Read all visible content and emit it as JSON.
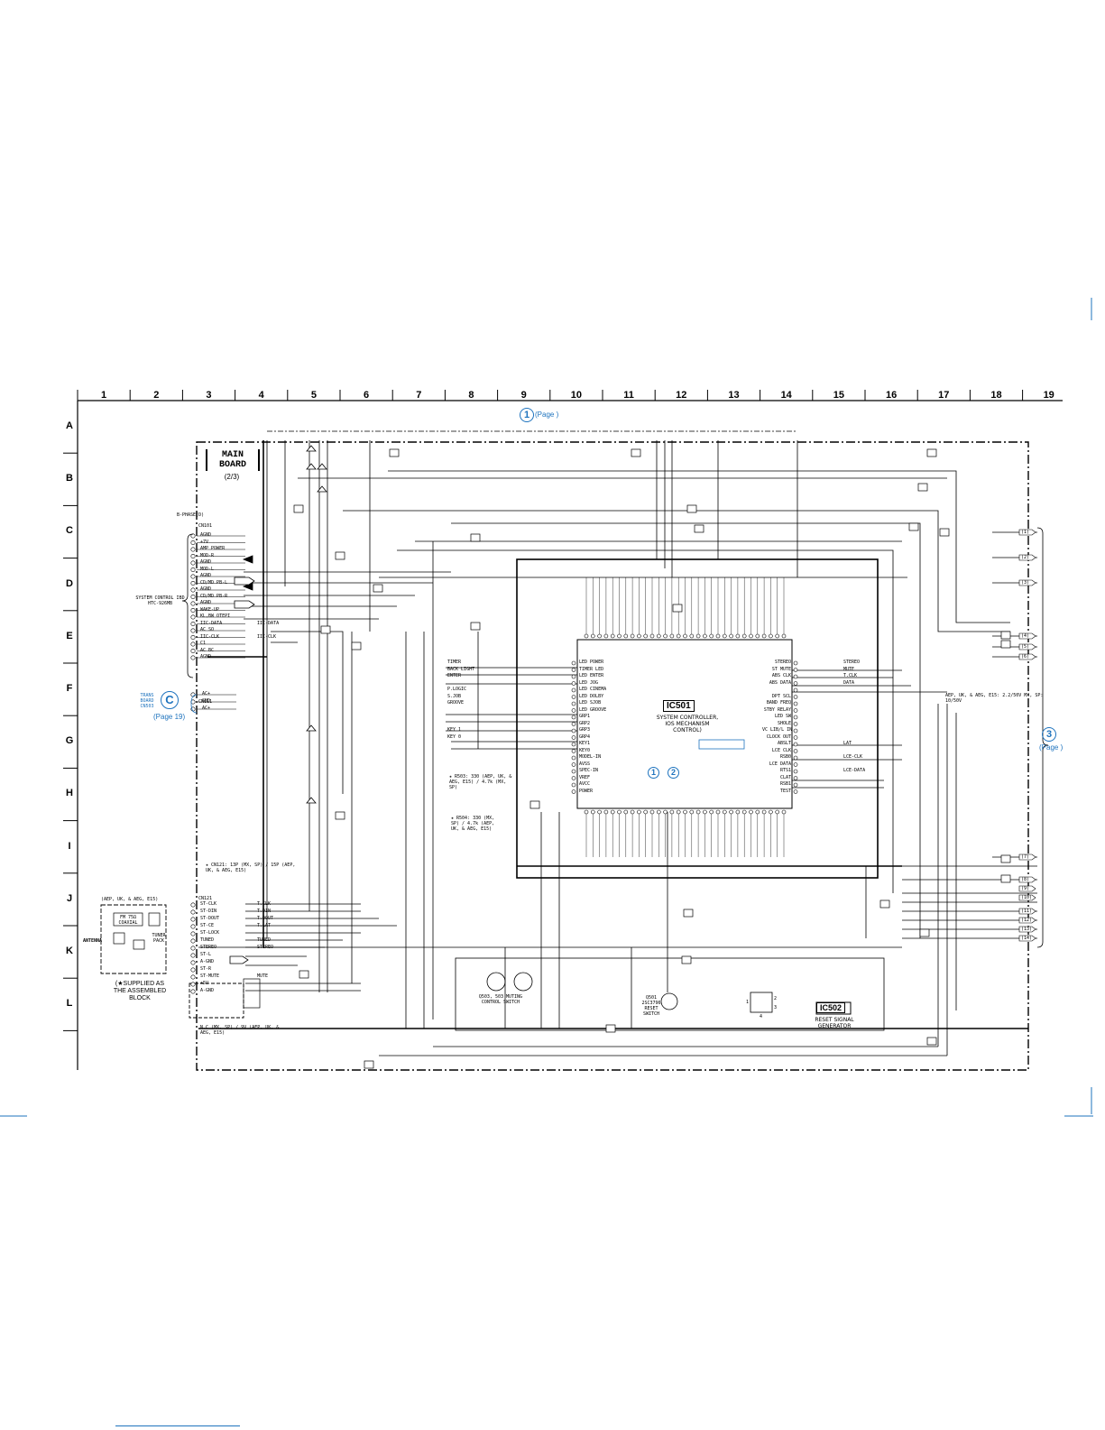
{
  "board": {
    "title_line1": "MAIN",
    "title_line2": "BOARD",
    "subtitle": "(2/3)"
  },
  "grid": {
    "columns": [
      "1",
      "2",
      "3",
      "4",
      "5",
      "6",
      "7",
      "8",
      "9",
      "10",
      "11",
      "12",
      "13",
      "14",
      "15",
      "16",
      "17",
      "18",
      "19"
    ],
    "rows": [
      "A",
      "B",
      "C",
      "D",
      "E",
      "F",
      "G",
      "H",
      "I",
      "J",
      "K",
      "L"
    ]
  },
  "references": {
    "ref1_num": "1",
    "ref1_text": "(Page   )",
    "ref3_num": "3",
    "ref3_text": "(Page   )",
    "refC_letter": "C",
    "refC_board": "TRANS BOARD CN503",
    "refC_page": "(Page 19)",
    "pin1": "1",
    "pin2": "2"
  },
  "ic501": {
    "name": "IC501",
    "desc": "SYSTEM CONTROLLER, IOS MECHANISM CONTROL)"
  },
  "ic502": {
    "name": "IC502",
    "desc": "RESET SIGNAL GENERATOR"
  },
  "ic501_left_pins": [
    "TIMER",
    "BACK LIGHT",
    "ENTER",
    "",
    "P.LOGIC",
    "S.JOB",
    "GROOVE",
    "",
    "",
    "",
    "KEY 1",
    "KEY 0",
    "",
    "",
    "",
    ""
  ],
  "ic501_left_inner": [
    "LED POWER",
    "TIMER LED",
    "LED ENTER",
    "LED JOG",
    "LED CINEMA",
    "LED DOLBY",
    "LED SJOB",
    "LED GROOVE",
    "GRP1",
    "GRP2",
    "GRP3",
    "GRP4",
    "KEY1",
    "KEY0",
    "MODEL-IN",
    "AVSS",
    "SPEC-IN",
    "VREF",
    "AVCC",
    "POWER"
  ],
  "ic501_right_inner": [
    "STEREO",
    "ST MUTE",
    "ABS CLK",
    "ABS DATA",
    "",
    "DPT SCL",
    "BAND FREQ",
    "STBY RELAY",
    "LED SW",
    "SHOLE",
    "VC LIB/L IN",
    "CLOCK OUT",
    "ABSLT",
    "LCE CLK",
    "RSB0",
    "LCE DATA",
    "RTS1",
    "CLAT",
    "RSB1",
    "TEST"
  ],
  "ic501_right_outer": [
    "STEREO",
    "MUTE",
    "T.CLK",
    "DATA",
    "",
    "",
    "",
    "",
    "",
    "",
    "",
    "",
    "LAT",
    "",
    "LCE-CLK",
    "",
    "LCE-DATA",
    "",
    "",
    ""
  ],
  "cn_left": {
    "name": "CN101",
    "pins": [
      "AGND",
      "+7V",
      "AMP POWER",
      "MOD-R",
      "AGND",
      "MOD-L",
      "AGND",
      "CD/MD PB-L",
      "AGND",
      "CD/MD PB-R",
      "AGND",
      "WAKE-UP",
      "KL,BW OTEPI",
      "IIC-DATA",
      "AC SO",
      "IIC-CLK",
      "C1",
      "AC BC",
      "AGND"
    ],
    "label": "SYSTEM CONTROL IBD HTC-926MB",
    "outer": [
      "",
      "",
      "",
      "",
      "",
      "",
      "",
      "",
      "",
      "",
      "",
      "",
      "",
      "IIC-DATA",
      "",
      "IIC-CLK",
      "",
      "",
      ""
    ]
  },
  "cn_tuner": {
    "name": "CN121",
    "pins": [
      "ST-CLK",
      "ST-DIN",
      "ST-DOUT",
      "ST-CE",
      "ST-LOCK",
      "TUNED",
      "STEREO",
      "ST-L",
      "A-GND",
      "ST-R",
      "ST-MUTE",
      "+5V",
      "A-GND"
    ],
    "outer": [
      "T.CLK",
      "T.DIN",
      "T.DOUT",
      "T.LAT",
      "",
      "TUNED",
      "STEREO",
      "",
      "",
      "",
      "MUTE",
      "",
      ""
    ]
  },
  "cn_trans": {
    "name": "CN111",
    "pins": [
      "AC+",
      "GND",
      "AC+"
    ]
  },
  "tuner_block": {
    "header": "(AEP, UK, & AEG, E15)",
    "fm_label": "FM 75Ω COAXIAL",
    "antenna": "ANTENNA",
    "pack": "TUNER PACK",
    "note_line1": "(★SUPPLIED AS",
    "note_line2": "THE ASSEMBLED",
    "note_line3": "BLOCK"
  },
  "notes": {
    "tuner_variant": "★ CN121: 13P (MX, SP) / 15P (AEP, UK, & AEG, E15)",
    "res_variant": "★ R503: 330 (AEP, UK, & AEG, E15) / 4.7k (MX, SP)",
    "res_variant2": "★ R504: 330 (MX, SP) / 4.7k (AEP, UK, & AEG, E15)",
    "lower_note": "N.C (MX, SP) / 9V (AEP, UK, & AEG, E15)",
    "right_note": "AEP, UK, & AEG, E15: 2.2/50V  MX, SP: 10/50V",
    "muting": "Q503, 503 MUTING CONTROL SWITCH",
    "reset": "Q501 2SC3796 RESET SWITCH",
    "phase_label": "B-PHASE(D)"
  },
  "ic502_pins": {
    "p1": "1",
    "p2": "2",
    "p3": "3",
    "p4": "4"
  },
  "right_connectors": [
    "(1)",
    "(2)",
    "(3)",
    "(4)",
    "(5)",
    "(6)",
    "(7)",
    "(8)",
    "(9)",
    "(10)",
    "(11)",
    "(12)",
    "(13)",
    "(14)"
  ]
}
